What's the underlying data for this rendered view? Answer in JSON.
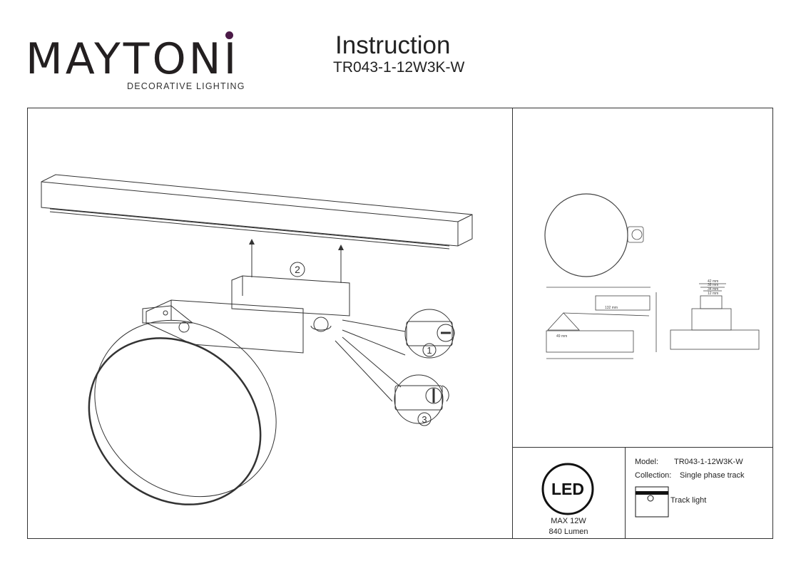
{
  "brand": {
    "name": "MAYTONI",
    "tagline": "DECORATIVE LIGHTING",
    "accent": "#4b1a47"
  },
  "header": {
    "title": "Instruction",
    "model": "TR043-1-12W3K-W"
  },
  "steps": [
    "1",
    "2",
    "3"
  ],
  "dimensions": [
    "132 mm",
    "49 mm",
    "42 mm",
    "38 mm",
    "34 mm",
    "12 mm"
  ],
  "spec": {
    "led_label": "LED",
    "power": "MAX 12W",
    "lumen": "840 Lumen"
  },
  "info": {
    "model_label": "Model:",
    "model_value": "TR043-1-12W3K-W",
    "collection_label": "Collection:",
    "collection_value": "Single phase track",
    "type_label": "Track light"
  }
}
